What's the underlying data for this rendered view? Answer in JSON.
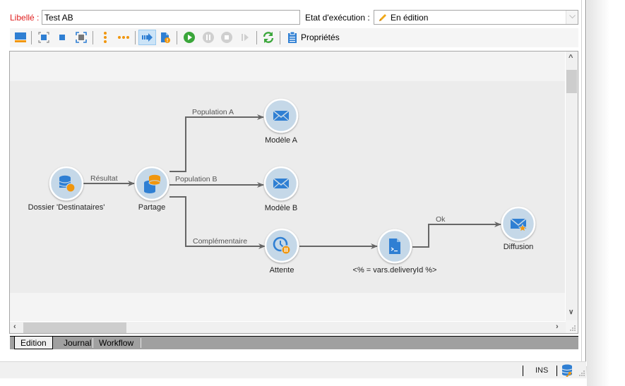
{
  "header": {
    "libelle_label": "Libellé :",
    "libelle_value": "Test AB",
    "etat_label": "Etat d'exécution :",
    "etat_value": "En édition"
  },
  "toolbar": {
    "items": [
      {
        "name": "layout-icon"
      },
      {
        "name": "fit-all-icon"
      },
      {
        "name": "normal-size-icon"
      },
      {
        "name": "zoom-selection-icon"
      },
      {
        "name": "vertical-layout-icon"
      },
      {
        "name": "horizontal-layout-icon"
      },
      {
        "name": "auto-link-icon",
        "active": true
      },
      {
        "name": "properties-lock-icon"
      },
      {
        "name": "start-icon"
      },
      {
        "name": "pause-icon"
      },
      {
        "name": "stop-icon"
      },
      {
        "name": "step-icon"
      },
      {
        "name": "refresh-icon"
      },
      {
        "name": "properties-icon"
      }
    ],
    "properties_label": "Propriétés"
  },
  "workflow": {
    "nodes": [
      {
        "id": "dossier",
        "label": "Dossier 'Destinataires'",
        "icon": "query-icon"
      },
      {
        "id": "partage",
        "label": "Partage",
        "icon": "split-icon"
      },
      {
        "id": "modeleA",
        "label": "Modèle A",
        "icon": "email-icon"
      },
      {
        "id": "modeleB",
        "label": "Modèle B",
        "icon": "email-icon"
      },
      {
        "id": "attente",
        "label": "Attente",
        "icon": "wait-icon"
      },
      {
        "id": "script",
        "label": "<% = vars.deliveryId %>",
        "icon": "script-icon"
      },
      {
        "id": "diffusion",
        "label": "Diffusion",
        "icon": "delivery-icon"
      }
    ],
    "transitions": [
      {
        "from": "dossier",
        "to": "partage",
        "label": "Résultat"
      },
      {
        "from": "partage",
        "to": "modeleA",
        "label": "Population A"
      },
      {
        "from": "partage",
        "to": "modeleB",
        "label": "Population B"
      },
      {
        "from": "partage",
        "to": "attente",
        "label": "Complémentaire"
      },
      {
        "from": "attente",
        "to": "script",
        "label": ""
      },
      {
        "from": "script",
        "to": "diffusion",
        "label": "Ok"
      }
    ]
  },
  "tabs": [
    {
      "label": "Edition",
      "active": true
    },
    {
      "label": "Journal",
      "active": false
    },
    {
      "label": "Workflow",
      "active": false
    }
  ],
  "statusbar": {
    "mode": "INS"
  },
  "colors": {
    "label_red": "#e02020",
    "node_fill": "#c5d8e8",
    "icon_blue": "#2f7fd3",
    "icon_orange": "#f0960e",
    "play_green": "#3aa63a"
  }
}
